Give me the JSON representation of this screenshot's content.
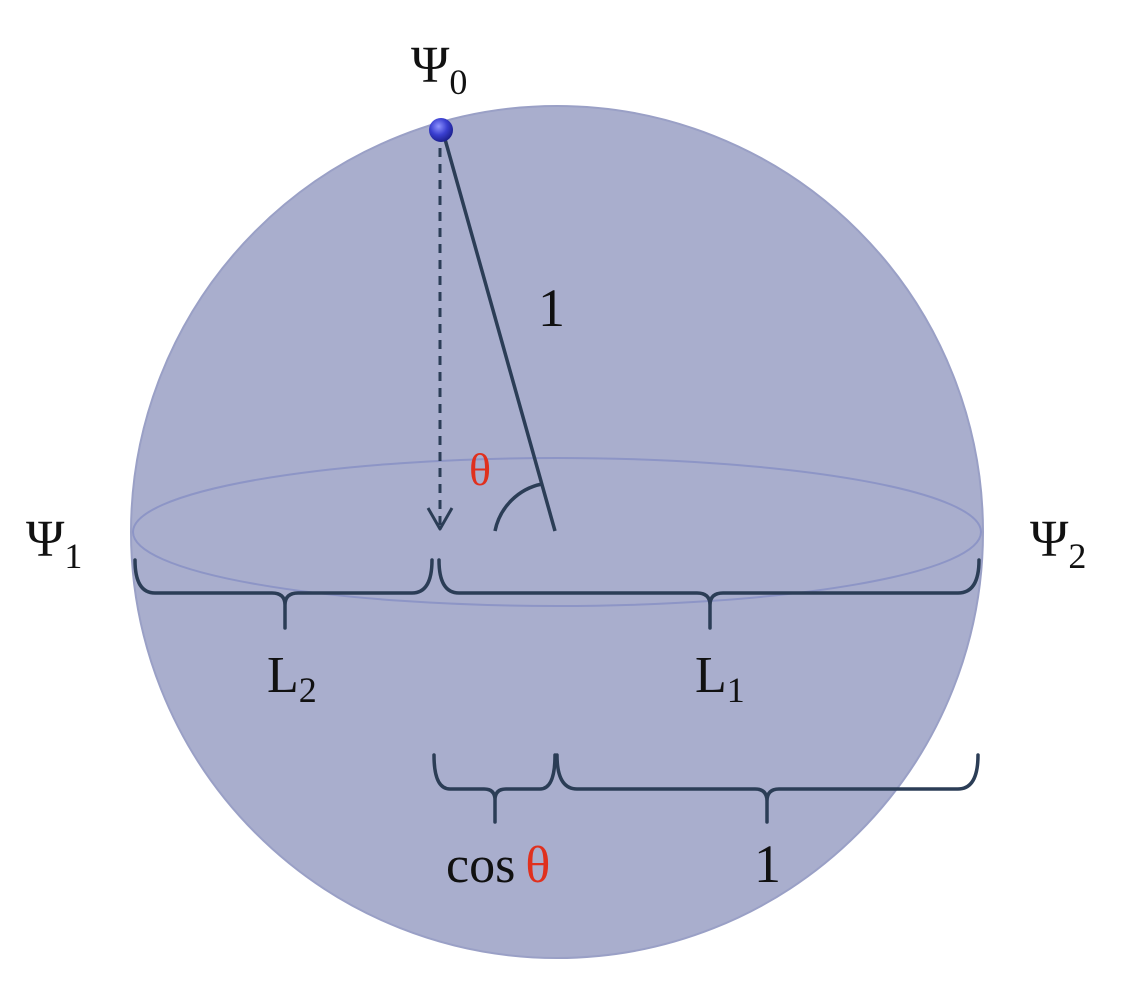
{
  "labels": {
    "psi0": {
      "symbol": "Ψ",
      "sub": "0"
    },
    "psi1": {
      "symbol": "Ψ",
      "sub": "1"
    },
    "psi2": {
      "symbol": "Ψ",
      "sub": "2"
    },
    "radius": "1",
    "theta": "θ",
    "l2": {
      "symbol": "L",
      "sub": "2"
    },
    "l1": {
      "symbol": "L",
      "sub": "1"
    },
    "cos": "cos",
    "cos_theta": "θ",
    "one": "1"
  },
  "colors": {
    "sphere_fill": "#a9aecd",
    "sphere_edge": "#9aa0c6",
    "equator_ellipse": "#8d95c6",
    "diameter_bar": "#9b5a6a",
    "bracket": "#2b3d56",
    "point": "#3a3fd0",
    "theta_red": "#e0301e"
  }
}
